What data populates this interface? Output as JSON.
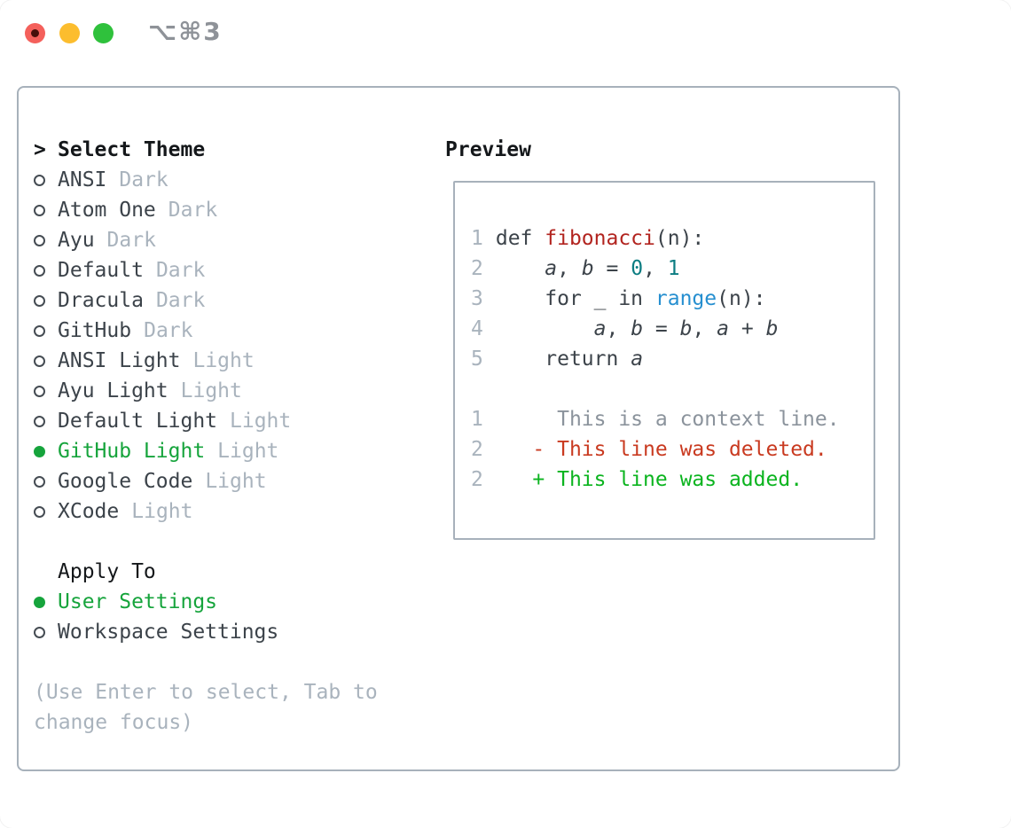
{
  "titlebar": {
    "title": "⌥⌘3"
  },
  "theme_panel": {
    "header_prefix": ">",
    "header": "Select Theme",
    "items": [
      {
        "name": "ANSI",
        "tag": "Dark",
        "selected": false
      },
      {
        "name": "Atom One",
        "tag": "Dark",
        "selected": false
      },
      {
        "name": "Ayu",
        "tag": "Dark",
        "selected": false
      },
      {
        "name": "Default",
        "tag": "Dark",
        "selected": false
      },
      {
        "name": "Dracula",
        "tag": "Dark",
        "selected": false
      },
      {
        "name": "GitHub",
        "tag": "Dark",
        "selected": false
      },
      {
        "name": "ANSI Light",
        "tag": "Light",
        "selected": false
      },
      {
        "name": "Ayu Light",
        "tag": "Light",
        "selected": false
      },
      {
        "name": "Default Light",
        "tag": "Light",
        "selected": false
      },
      {
        "name": "GitHub Light",
        "tag": "Light",
        "selected": true
      },
      {
        "name": "Google Code",
        "tag": "Light",
        "selected": false
      },
      {
        "name": "XCode",
        "tag": "Light",
        "selected": false
      }
    ],
    "apply_header": "Apply To",
    "apply_options": [
      {
        "label": "User Settings",
        "selected": true
      },
      {
        "label": "Workspace Settings",
        "selected": false
      }
    ],
    "hint": "(Use Enter to select, Tab to\nchange focus)"
  },
  "preview": {
    "title": "Preview",
    "code_lines": [
      {
        "no": "1",
        "segs": [
          "def ",
          "fibonacci",
          "(n):"
        ]
      },
      {
        "no": "2",
        "segs": [
          "    ",
          "a",
          ", ",
          "b",
          " = ",
          "0",
          ", ",
          "1"
        ]
      },
      {
        "no": "3",
        "segs": [
          "    for _ in ",
          "range",
          "(n):"
        ]
      },
      {
        "no": "4",
        "segs": [
          "        ",
          "a",
          ", ",
          "b",
          " = ",
          "b",
          ", ",
          "a",
          " + ",
          "b"
        ]
      },
      {
        "no": "5",
        "segs": [
          "    return ",
          "a"
        ]
      }
    ],
    "diff_lines": [
      {
        "no": "1",
        "text": "     This is a context line.",
        "kind": "context"
      },
      {
        "no": "2",
        "text": "   - This line was deleted.",
        "kind": "deleted"
      },
      {
        "no": "2",
        "text": "   + This line was added.",
        "kind": "added"
      }
    ]
  },
  "colors": {
    "accent_green": "#16a43c",
    "function_red": "#b2241f",
    "number_teal": "#0c7d82",
    "builtin_blue": "#268fd0",
    "deleted_red": "#c93a20",
    "added_green": "#0bb41f",
    "muted_gray": "#a9b3bd",
    "text_dark": "#3c434a",
    "border_gray": "#a7b1bb",
    "traffic_red": "#f4605b",
    "traffic_yellow": "#fcbd2e",
    "traffic_green": "#2fc13c"
  }
}
